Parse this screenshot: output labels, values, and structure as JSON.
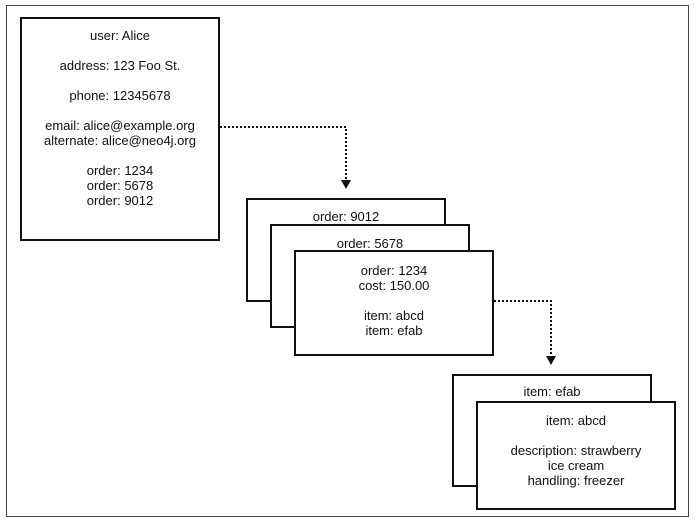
{
  "user": {
    "user": "user: Alice",
    "address": "address: 123 Foo St.",
    "phone": "phone: 12345678",
    "email": "email: alice@example.org",
    "alternate": "alternate: alice@neo4j.org",
    "orders": [
      "order: 1234",
      "order: 5678",
      "order: 9012"
    ]
  },
  "orders": {
    "back": "order: 9012",
    "middle": "order: 5678",
    "front": {
      "order": "order: 1234",
      "cost": "cost: 150.00",
      "items": [
        "item: abcd",
        "item: efab"
      ]
    }
  },
  "items": {
    "back": "item: efab",
    "front": {
      "item": "item: abcd",
      "description_line1": "description: strawberry",
      "description_line2": "ice cream",
      "handling": "handling: freezer"
    }
  }
}
